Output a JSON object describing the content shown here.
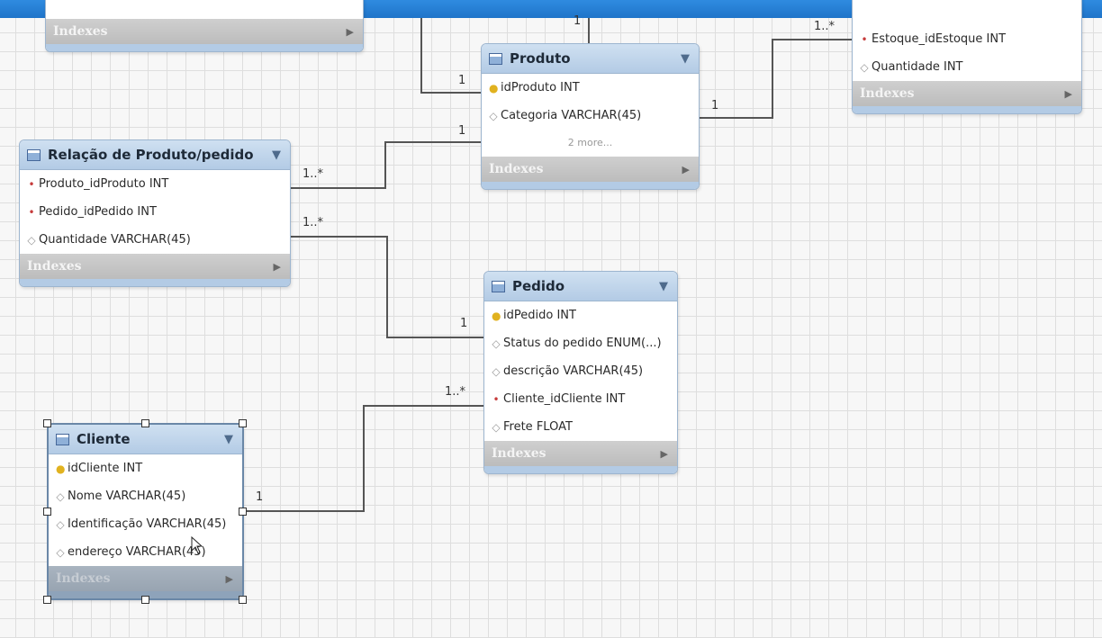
{
  "canvas": {
    "background": "#f7f7f7",
    "grid_color": "#dedede",
    "titlebar_color": "#1f74c9"
  },
  "tables": {
    "top_left": {
      "indexes_label": "Indexes"
    },
    "estoque": {
      "columns": [
        {
          "key": "fk",
          "text": "Estoque_idEstoque INT"
        },
        {
          "key": "col",
          "text": "Quantidade INT"
        }
      ],
      "indexes_label": "Indexes"
    },
    "produto": {
      "title": "Produto",
      "columns": [
        {
          "key": "pk",
          "text": "idProduto INT"
        },
        {
          "key": "col",
          "text": "Categoria VARCHAR(45)"
        }
      ],
      "more": "2 more...",
      "indexes_label": "Indexes"
    },
    "relacao": {
      "title": "Relação de Produto/pedido",
      "columns": [
        {
          "key": "fk",
          "text": "Produto_idProduto INT"
        },
        {
          "key": "fk",
          "text": "Pedido_idPedido INT"
        },
        {
          "key": "col",
          "text": "Quantidade VARCHAR(45)"
        }
      ],
      "indexes_label": "Indexes"
    },
    "pedido": {
      "title": "Pedido",
      "columns": [
        {
          "key": "pk",
          "text": "idPedido INT"
        },
        {
          "key": "col",
          "text": "Status do pedido ENUM(...)"
        },
        {
          "key": "col",
          "text": "descrição VARCHAR(45)"
        },
        {
          "key": "fk",
          "text": "Cliente_idCliente INT"
        },
        {
          "key": "col",
          "text": "Frete FLOAT"
        }
      ],
      "indexes_label": "Indexes"
    },
    "cliente": {
      "title": "Cliente",
      "columns": [
        {
          "key": "pk",
          "text": "idCliente INT"
        },
        {
          "key": "col",
          "text": "Nome VARCHAR(45)"
        },
        {
          "key": "col",
          "text": "Identificação VARCHAR(45)"
        },
        {
          "key": "col",
          "text": "endereço VARCHAR(45)"
        }
      ],
      "indexes_label": "Indexes"
    }
  },
  "cardinalities": {
    "top_one": "1",
    "produto_left_one": "1",
    "produto_right_one": "1",
    "estoque_many": "1..*",
    "produto_bottom_one": "1",
    "relacao_many_1": "1..*",
    "relacao_many_2": "1..*",
    "pedido_one": "1",
    "pedido_many": "1..*",
    "cliente_one": "1"
  },
  "icons": {
    "table": "table-icon",
    "collapse": "chevron-down-icon",
    "expand_indexes": "triangle-right-icon",
    "primary_key": "key-icon",
    "foreign_key": "foreign-key-icon",
    "column": "diamond-icon",
    "cursor": "mouse-pointer-icon"
  }
}
